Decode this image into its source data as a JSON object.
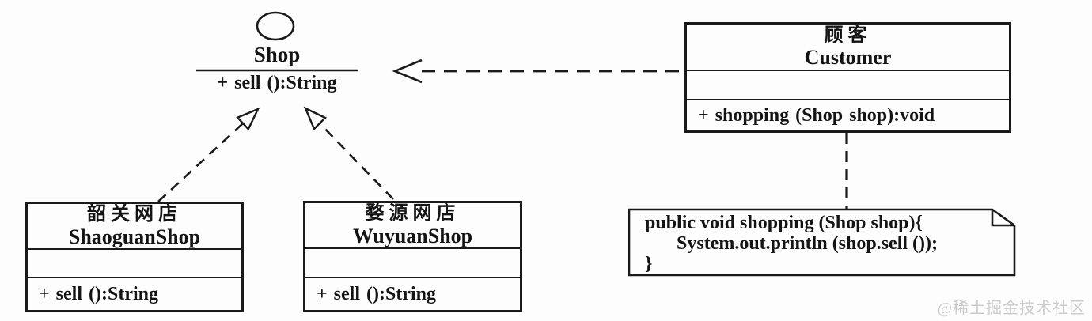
{
  "diagram": {
    "interface": {
      "name": "Shop",
      "operation": "+ sell ():String"
    },
    "classes": {
      "customer": {
        "name_zh": "顾客",
        "name_en": "Customer",
        "operation": "+ shopping (Shop shop):void"
      },
      "shaoguan": {
        "name_zh": "韶关网店",
        "name_en": "ShaoguanShop",
        "operation": "+ sell ():String"
      },
      "wuyuan": {
        "name_zh": "婺源网店",
        "name_en": "WuyuanShop",
        "operation": "+ sell ():String"
      }
    },
    "note": {
      "lines": [
        "public void shopping (Shop shop){",
        "System.out.println (shop.sell ());",
        "}"
      ]
    },
    "relationships": [
      "ShaoguanShop ..|> Shop (realization)",
      "WuyuanShop ..|> Shop (realization)",
      "Customer ..> Shop (dependency)",
      "Customer .. note (anchor)"
    ],
    "watermark": "@稀土掘金技术社区",
    "colors": {
      "line": "#1a1a1a",
      "watermark": "#cbcbcb",
      "background": "#fdfdfd"
    }
  }
}
